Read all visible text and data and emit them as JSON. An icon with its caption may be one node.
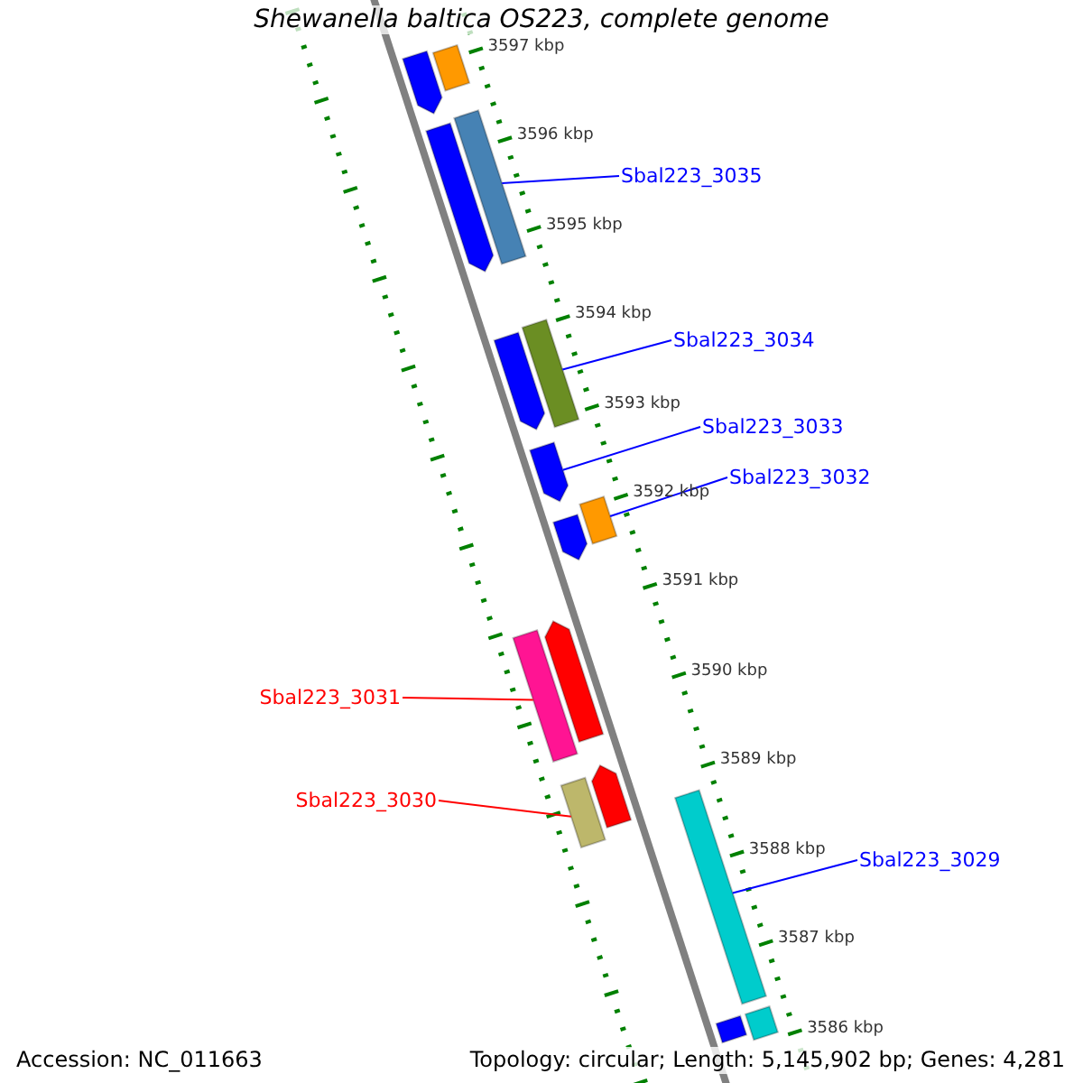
{
  "diagram": {
    "title": "Shewanella baltica OS223, complete genome",
    "nodes": [
      {
        "text": [
          "Sbal223_3035"
        ]
      },
      {
        "text": [
          "Sbal223_3034"
        ]
      },
      {
        "text": [
          "Sbal223_3033"
        ]
      },
      {
        "text": [
          "Sbal223_3032"
        ]
      },
      {
        "text": [
          "Sbal223_3031"
        ]
      },
      {
        "text": [
          "Sbal223_3030"
        ]
      },
      {
        "text": [
          "Sbal223_3029"
        ]
      },
      {
        "text": [],
        "shape": "bar"
      },
      {
        "text": [],
        "shape": "bar"
      },
      {
        "text": [],
        "shape": "bar"
      },
      {
        "text": [],
        "shape": "bar"
      },
      {
        "text": [],
        "shape": "bar"
      },
      {
        "text": [],
        "shape": "bar"
      },
      {
        "text": [],
        "shape": "bar"
      },
      {
        "text": [],
        "shape": "bar"
      },
      {
        "text": [],
        "shape": "bar"
      },
      {
        "text": [],
        "shape": "bar"
      },
      {
        "text": [],
        "shape": "bar"
      },
      {
        "text": [],
        "shape": "bar"
      },
      {
        "text": [],
        "shape": "bar"
      },
      {
        "text": [],
        "shape": "bar"
      },
      {
        "text": [],
        "shape": "bar"
      },
      {
        "text": [],
        "shape": "bar"
      }
    ],
    "edges": [
      {
        "from": 0,
        "to": 7,
        "arrow": "none"
      },
      {
        "from": 1,
        "to": 8,
        "arrow": "none"
      },
      {
        "from": 2,
        "to": 9,
        "arrow": "none"
      },
      {
        "from": 3,
        "to": 10,
        "arrow": "none"
      },
      {
        "from": 4,
        "to": 11,
        "arrow": "none",
        "color": "#ff0000"
      },
      {
        "from": 5,
        "to": 12,
        "arrow": "none",
        "color": "#ff0000"
      },
      {
        "from": 6,
        "to": 13,
        "arrow": "none"
      }
    ],
    "labels": [
      "3597 kbp",
      "3596 kbp",
      "3595 kbp",
      "3594 kbp",
      "3593 kbp",
      "3592 kbp",
      "3591 kbp",
      "3590 kbp",
      "3589 kbp",
      "3588 kbp",
      "3587 kbp",
      "3586 kbp",
      "Accession: NC_011663",
      "Topology: circular; Length: 5,145,902 bp; Genes: 4,281"
    ]
  }
}
